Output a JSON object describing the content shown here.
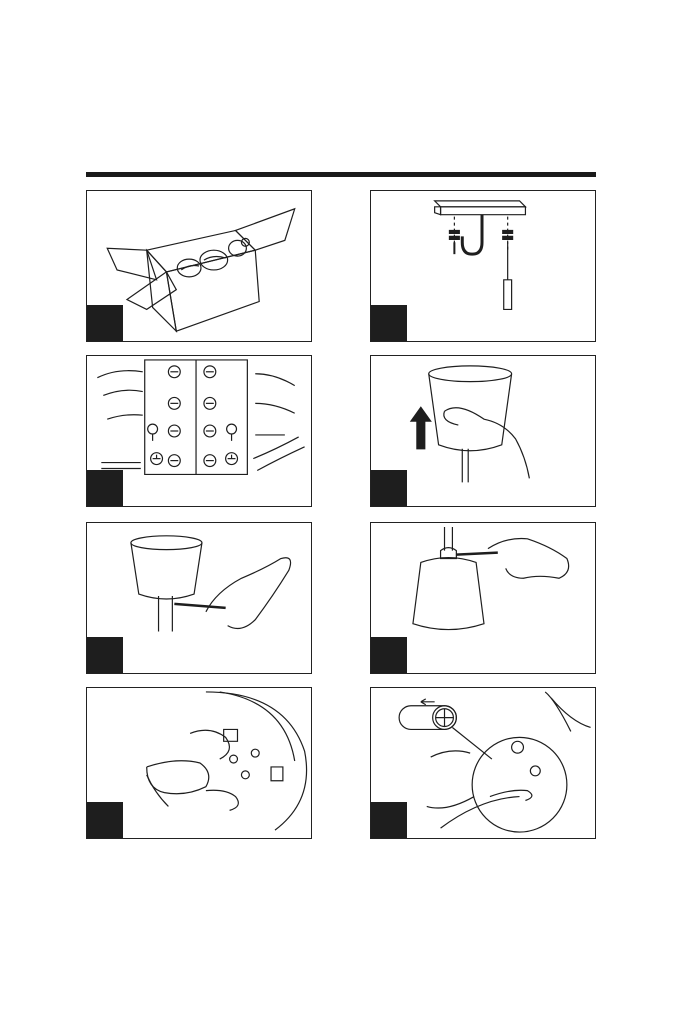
{
  "page": {
    "steps": [
      {
        "id": 1,
        "icon": "unboxing-illustration-icon"
      },
      {
        "id": 2,
        "icon": "ceiling-hook-mounting-icon"
      },
      {
        "id": 3,
        "icon": "terminal-block-wiring-icon"
      },
      {
        "id": 4,
        "icon": "canopy-lift-icon"
      },
      {
        "id": 5,
        "icon": "canopy-screw-tighten-icon"
      },
      {
        "id": 6,
        "icon": "shade-screw-tighten-icon"
      },
      {
        "id": 7,
        "icon": "wrench-nut-tighten-icon"
      },
      {
        "id": 8,
        "icon": "rotate-lock-detail-icon"
      }
    ],
    "colors": {
      "ink": "#1e1e1e",
      "paper": "#ffffff"
    }
  }
}
